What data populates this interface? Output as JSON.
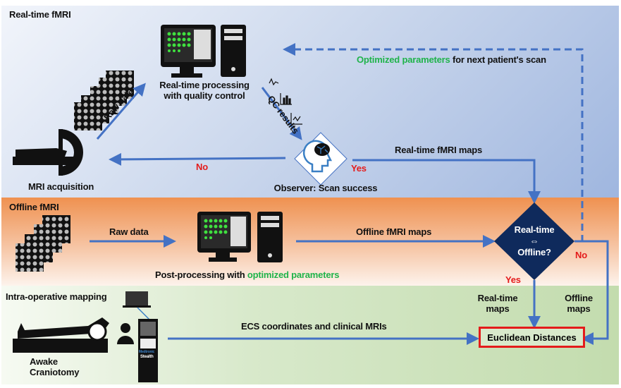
{
  "sections": {
    "realtime": "Real-time fMRI",
    "offline": "Offline fMRI",
    "intraop": "Intra-operative mapping"
  },
  "realtime": {
    "processing_line1": "Real-time processing",
    "processing_line2": "with quality control",
    "raw_data": "Raw data",
    "qc_results": "QC results",
    "mri_acquisition": "MRI acquisition",
    "no": "No",
    "yes": "Yes",
    "observer": "Observer:  Scan success",
    "maps": "Real-time fMRI maps",
    "optimized_green": "Optimized parameters",
    "optimized_rest": " for next patient's scan"
  },
  "offline": {
    "raw_data": "Raw data",
    "post_processing": "Post-processing with ",
    "optimized": "optimized parameters",
    "maps": "Offline fMRI maps",
    "decision_line1": "Real-time",
    "decision_symbol": "⇔",
    "decision_line2": "Offline?",
    "no": "No",
    "yes": "Yes"
  },
  "intraop": {
    "realtime_maps_1": "Real-time",
    "realtime_maps_2": "maps",
    "offline_maps_1": "Offline",
    "offline_maps_2": "maps",
    "ecs": "ECS coordinates and clinical MRIs",
    "euclidean": "Euclidean Distances",
    "awake_1": "Awake",
    "awake_2": "Craniotomy",
    "tower_brand": "Medtronic",
    "tower_model": "Stealth"
  },
  "colors": {
    "arrow": "#4472c4",
    "decision": "#0f2a5c",
    "highlight": "#e41b1b",
    "green": "#1fb34a"
  }
}
